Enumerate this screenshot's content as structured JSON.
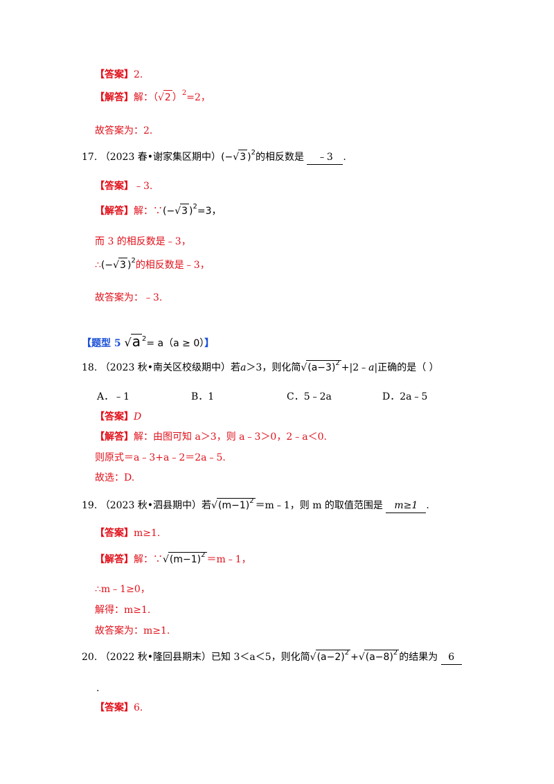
{
  "q16": {
    "answer_tag": "【答案】",
    "answer_value": "2.",
    "solution_tag": "【解答】",
    "solution_lead": "解：",
    "solution_open": "（",
    "solution_radicand": "2",
    "solution_close": "）",
    "solution_exp": "2",
    "solution_result": "=2，",
    "final_text": "故答案为：2."
  },
  "q17": {
    "number": "17.",
    "source": "（2023 春•谢家集区期中）",
    "expr_open": "(−",
    "expr_radicand": "3",
    "expr_close": ")",
    "expr_exp": "2",
    "stem_text": "的相反数是",
    "blank_answer": "﹣3",
    "end_punct": ".",
    "answer_tag": "【答案】",
    "answer_value": "﹣3.",
    "solution_tag": "【解答】",
    "solution_lead": "解：∵",
    "sol_expr_open": "(−",
    "sol_expr_radicand": "3",
    "sol_expr_close": ")",
    "sol_expr_exp": "2",
    "sol_expr_result": "=3，",
    "line2_text": "而 3 的相反数是﹣3，",
    "line3_lead": "∴",
    "line3_expr_open": "(−",
    "line3_expr_radicand": "3",
    "line3_expr_close": ")",
    "line3_expr_exp": "2",
    "line3_text": "的相反数是﹣3，",
    "final_text": "故答案为：﹣3."
  },
  "type5": {
    "open": "【题型 5",
    "radicand": "a",
    "exp": "2",
    "formula": "= a（a ≥ 0）",
    "close": "】"
  },
  "q18": {
    "number": "18.",
    "source": "（2023 秋•南关区校级期中）若",
    "cond_var": "a",
    "cond_text": "＞3，则化简",
    "radicand": "(a−3)",
    "radicand_exp": "2",
    "plus_abs_lead": "+|2﹣",
    "abs_var": "a",
    "abs_tail": "|正确的是（        ）",
    "options": [
      {
        "label": "A．",
        "text": "﹣1"
      },
      {
        "label": "B．",
        "text": "1"
      },
      {
        "label": "C．",
        "text": "5﹣2a"
      },
      {
        "label": "D．",
        "text": "2a﹣5"
      }
    ],
    "answer_tag": "【答案】",
    "answer_value": "D",
    "solution_tag": "【解答】",
    "solution_text": "解：由图可知 a＞3，则 a﹣3＞0，2﹣a＜0.",
    "line2_text": "则原式＝a﹣3+a﹣2＝2a﹣5.",
    "line3_text": "故选：D."
  },
  "q19": {
    "number": "19.",
    "source": "（2023 秋•泗县期中）若",
    "radicand": "(m−1)",
    "radicand_exp": "2",
    "stem_text": "＝m﹣1，则 m 的取值范围是",
    "blank_answer": "m≥1",
    "end_punct": ".",
    "answer_tag": "【答案】",
    "answer_value": "m≥1.",
    "solution_tag": "【解答】",
    "solution_lead": "解：∵",
    "sol_radicand": "(m−1)",
    "sol_radicand_exp": "2",
    "sol_result": "＝m﹣1，",
    "line2_text": "∴m﹣1≥0，",
    "line3_text": "解得：m≥1.",
    "final_text": "故答案为：m≥1."
  },
  "q20": {
    "number": "20.",
    "source": "（2022 秋•隆回县期末）已知 3＜a＜5，则化简",
    "radicand1": "(a−2)",
    "radicand1_exp": "2",
    "plus": "+",
    "radicand2": "(a−8)",
    "radicand2_exp": "2",
    "stem_text": "的结果为",
    "blank_answer": "6",
    "trail_punct": ".",
    "answer_tag": "【答案】",
    "answer_value": "6."
  },
  "colors": {
    "answer_red": "#e0101a",
    "type_blue": "#1a4fd6",
    "body_text": "#000000"
  }
}
